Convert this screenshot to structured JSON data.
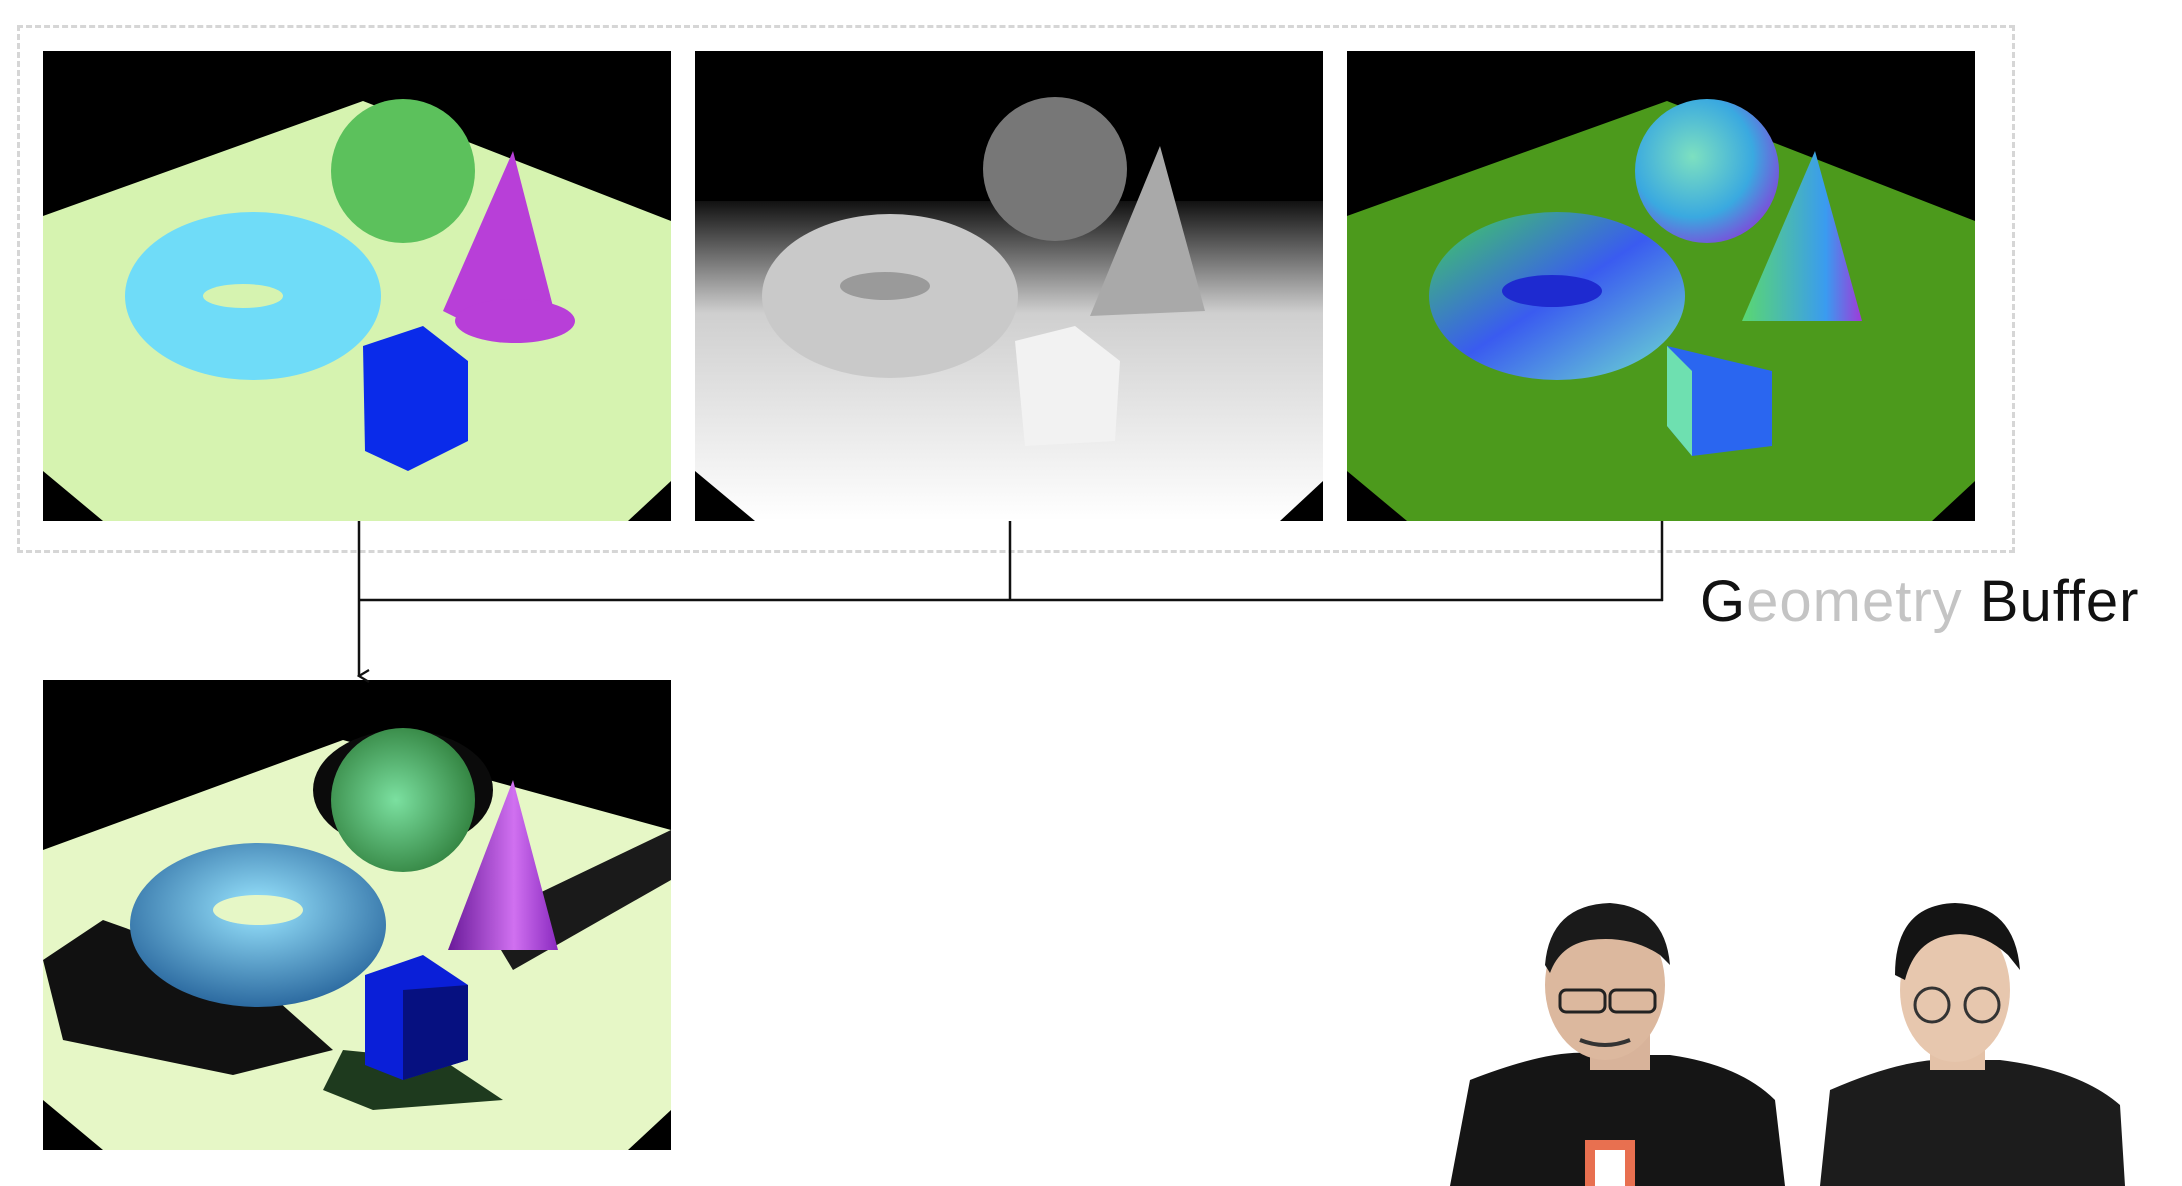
{
  "title": {
    "first_letter": "G",
    "faded_part": "eometry",
    "last_word": "Buffer"
  },
  "panels": [
    {
      "id": "albedo",
      "description_icon": "albedo-buffer-image"
    },
    {
      "id": "depth",
      "description_icon": "depth-buffer-image"
    },
    {
      "id": "normal",
      "description_icon": "normal-buffer-image"
    },
    {
      "id": "final",
      "description_icon": "final-lit-image"
    }
  ],
  "colors": {
    "albedo_floor": "#d6f3b0",
    "sphere": "#5cc15c",
    "torus": "#6fdcf8",
    "cone": "#b83fd8",
    "cube": "#0a2bea",
    "normal_floor": "#4c9a1c",
    "frame_border": "#d6d6d6",
    "title_dark": "#111111",
    "title_faded": "#c4c4c4"
  },
  "footnote": ""
}
